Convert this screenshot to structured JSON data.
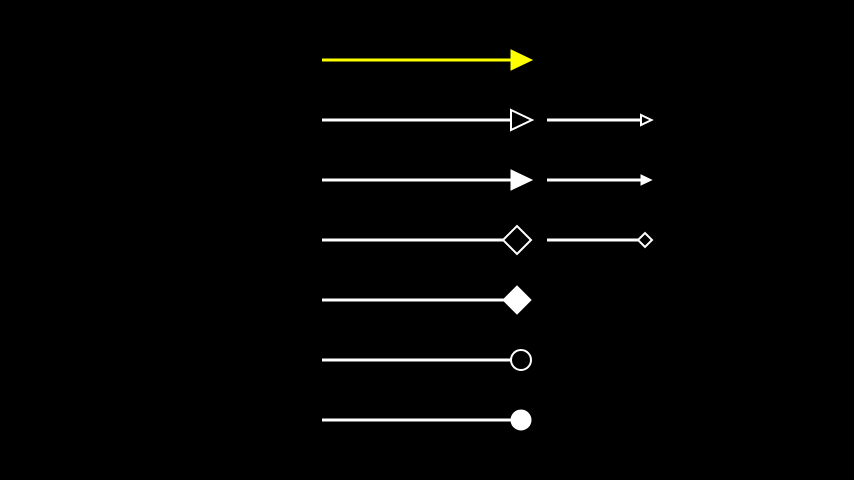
{
  "background": "#000000",
  "rows": [
    {
      "marker": "filled-triangle",
      "color": "#ffff00",
      "small_variant": false
    },
    {
      "marker": "open-triangle",
      "color": "#ffffff",
      "small_variant": true
    },
    {
      "marker": "filled-triangle",
      "color": "#ffffff",
      "small_variant": true
    },
    {
      "marker": "open-diamond",
      "color": "#ffffff",
      "small_variant": true
    },
    {
      "marker": "filled-diamond",
      "color": "#ffffff",
      "small_variant": false
    },
    {
      "marker": "open-circle",
      "color": "#ffffff",
      "small_variant": false
    },
    {
      "marker": "filled-circle",
      "color": "#ffffff",
      "small_variant": false
    }
  ]
}
